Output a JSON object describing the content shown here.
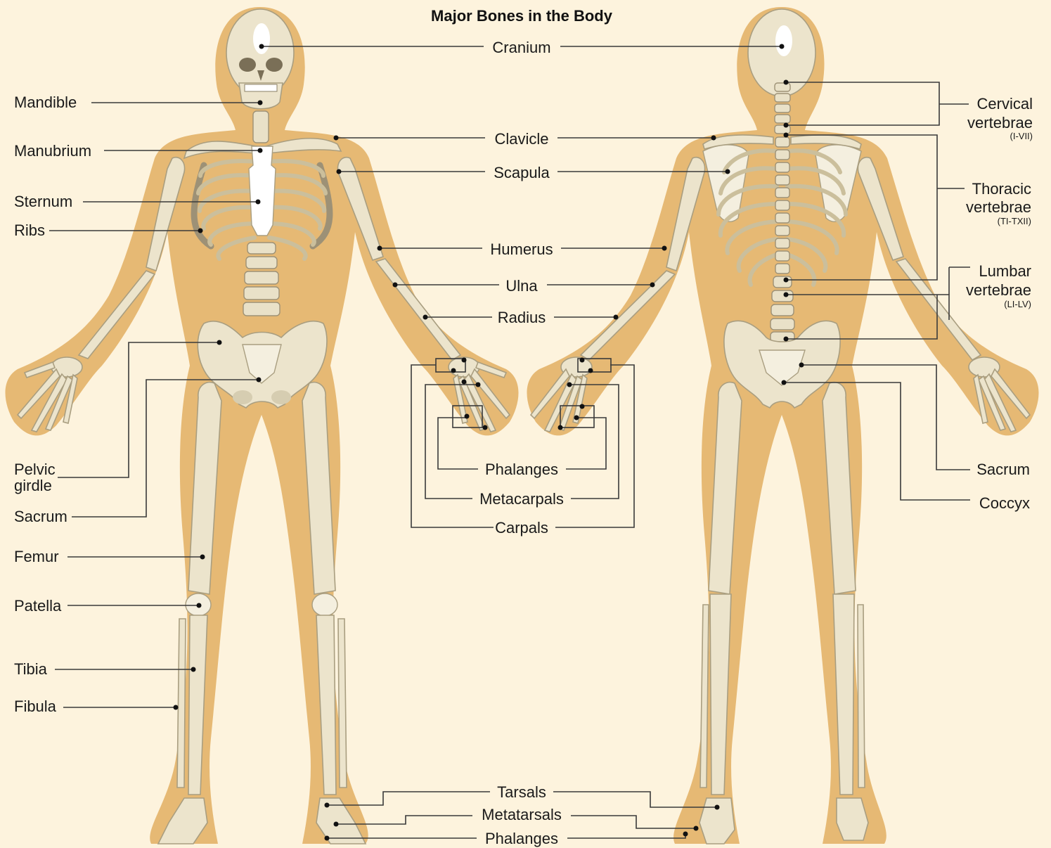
{
  "title": "Major Bones in the Body",
  "labels": {
    "cranium": "Cranium",
    "mandible": "Mandible",
    "manubrium": "Manubrium",
    "sternum": "Sternum",
    "ribs": "Ribs",
    "clavicle": "Clavicle",
    "scapula": "Scapula",
    "humerus": "Humerus",
    "ulna": "Ulna",
    "radius": "Radius",
    "pelvic_girdle_line1": "Pelvic",
    "pelvic_girdle_line2": "girdle",
    "sacrum_front": "Sacrum",
    "femur": "Femur",
    "patella": "Patella",
    "tibia": "Tibia",
    "fibula": "Fibula",
    "hand_phalanges": "Phalanges",
    "metacarpals": "Metacarpals",
    "carpals": "Carpals",
    "tarsals": "Tarsals",
    "metatarsals": "Metatarsals",
    "foot_phalanges": "Phalanges",
    "cervical_line1": "Cervical",
    "cervical_line2": "vertebrae",
    "cervical_range": "(I-VII)",
    "thoracic_line1": "Thoracic",
    "thoracic_line2": "vertebrae",
    "thoracic_range": "(TI-TXII)",
    "lumbar_line1": "Lumbar",
    "lumbar_line2": "vertebrae",
    "lumbar_range": "(LI-LV)",
    "sacrum_back": "Sacrum",
    "coccyx": "Coccyx"
  },
  "colors": {
    "background": "#fdf3dd",
    "body_silhouette": "#e6b974",
    "bone": "#ece4cc",
    "leader_line": "#3a3a3a"
  }
}
